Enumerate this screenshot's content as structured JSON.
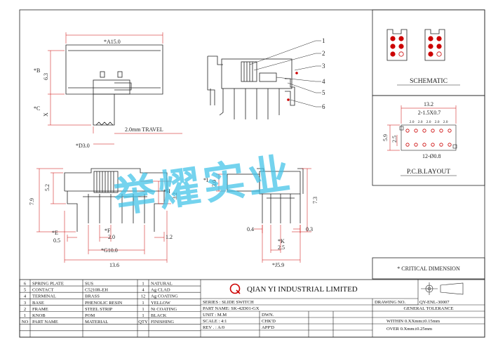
{
  "colors": {
    "line": "#222222",
    "dim_red": "#cc0000",
    "watermark": "#3fc3e8",
    "logo_red": "#cc0000"
  },
  "callouts": [
    "1",
    "2",
    "3",
    "4",
    "5",
    "6"
  ],
  "dims": {
    "a": "*A15.0",
    "b": "*B",
    "b_val": "6.3",
    "c": "*C",
    "c_val": "X",
    "travel": "2.0mm TRAVEL",
    "d": "*D3.0",
    "h79": "7.9",
    "h52": "5.2",
    "h": "*H",
    "h_val": "3.2",
    "e": "*E",
    "e_val": "0.5",
    "f": "*F",
    "f_val": "2.0",
    "g": "*G10.0",
    "w12": "1.2",
    "w136": "13.6",
    "i": "*I",
    "i_val": "3.0",
    "h73": "7.3",
    "w04": "0.4",
    "w03": "0.3",
    "k": "*K",
    "k_val": "2.5",
    "j": "*J5.9"
  },
  "schematic_label": "SCHEMATIC",
  "pcb": {
    "label": "P.C.B.LAYOUT",
    "w": "13.2",
    "hole": "2-1.5X0.7",
    "pitch": "2.0",
    "h59": "5.9",
    "h25": "2.5",
    "pads": "12-Ø0.8"
  },
  "watermark": "举燿实业",
  "critical": "* CRITICAL  DIMENSION",
  "bom": {
    "headers": [
      "NO",
      "PART NAME",
      "MATERIAL",
      "QTY",
      "FINISHING"
    ],
    "rows": [
      [
        "6",
        "SPRING PLATE",
        "SUS",
        "1",
        "NATURAL"
      ],
      [
        "5",
        "CONTACT",
        "C5210R-EH",
        "4",
        "Ag CLAD"
      ],
      [
        "4",
        "TERMINAL",
        "BRASS",
        "12",
        "Ag COATING"
      ],
      [
        "3",
        "BASE",
        "PHENOLIC RESIN",
        "1",
        "YELLOW"
      ],
      [
        "2",
        "FRAME",
        "STEEL STRIP",
        "1",
        "Ni COATING"
      ],
      [
        "1",
        "KNOB",
        "POM",
        "1",
        "BLACK"
      ]
    ]
  },
  "company": {
    "logo": "Q",
    "name": "QIAN YI INDUSTRIAL LIMITED"
  },
  "info": {
    "series": "SERIES : SLIDE SWITCH",
    "part": "PART NAME: SK-42D01-GX",
    "unit": "UNIT : M.M",
    "scale": "SCALE : 4:1",
    "rev": "REV . : A/0",
    "dwn": "DWN.",
    "chkd": "CHK'D",
    "appd": "APP'D",
    "drawing_no": "DRAWING NO.",
    "drawing_val": "QY-ENL-30007",
    "tolerance": "GENERAL TOLERANCE",
    "within": "WITHIN 0.XXmm±0.15mm",
    "over": "OVER   0.Xmm±0.25mm"
  }
}
